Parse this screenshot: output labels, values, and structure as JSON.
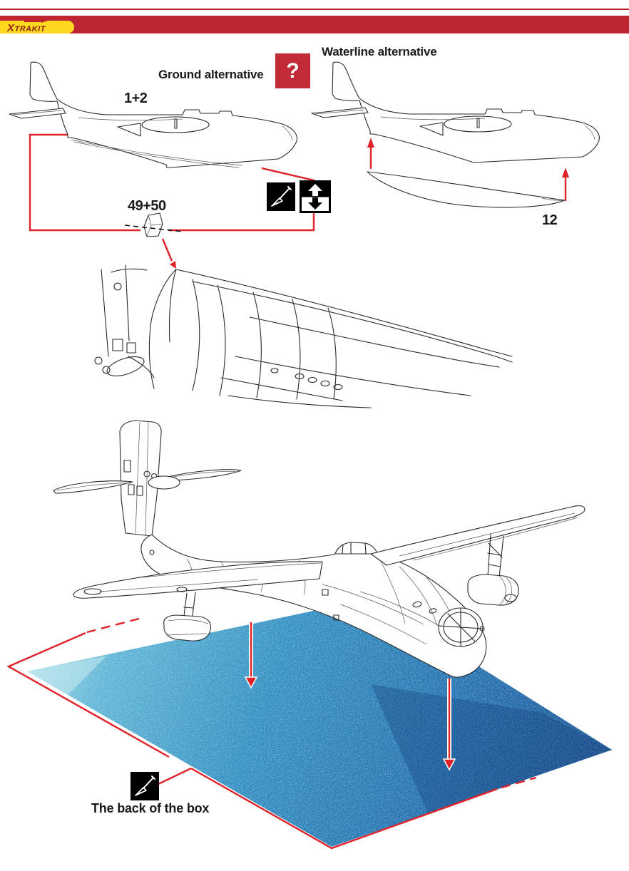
{
  "header": {
    "brand_x": "X",
    "brand_rest": "TRAKIT",
    "bar_color": "#bc2531",
    "band_color": "#ffd91f"
  },
  "labels": {
    "ground_title": "Ground alternative",
    "waterline_title": "Waterline alternative",
    "question_mark": "?",
    "part_fuselage": "1+2",
    "part_windscreen": "49+50",
    "part_hull_bottom": "12",
    "back_of_box": "The back of the box"
  },
  "icons": {
    "question": "question-icon",
    "knife": "knife-icon",
    "updown": "optional-position-updown-icon"
  },
  "colors": {
    "accent_red": "#e02228",
    "badge_red": "#c22a38",
    "bar_red": "#bc2531",
    "band_yellow": "#ffd91f",
    "water_light": "#9fdbe6",
    "water_mid": "#3290c2",
    "water_dark": "#174e90",
    "line_black": "#2a2a2a"
  }
}
